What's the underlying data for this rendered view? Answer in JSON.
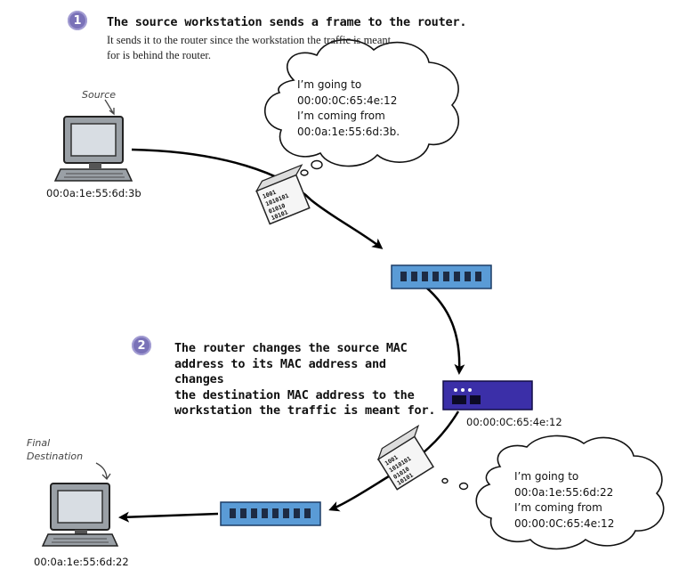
{
  "step1": {
    "badge": "1",
    "title": "The source workstation sends a frame to the router.",
    "body_line1": "It sends it to the router since the workstation the traffic is meant",
    "body_line2": "for is behind the router."
  },
  "step2": {
    "badge": "2",
    "line1": "The router changes the source MAC",
    "line2": "address to its MAC address and changes",
    "line3": "the destination MAC address to the",
    "line4": "workstation the traffic is meant for."
  },
  "source": {
    "label": "Source",
    "mac": "00:0a:1e:55:6d:3b"
  },
  "destination": {
    "label_line1": "Final",
    "label_line2": "Destination",
    "mac": "00:0a:1e:55:6d:22"
  },
  "router": {
    "mac": "00:00:0C:65:4e:12"
  },
  "bubble1": {
    "line1": "I’m going to",
    "line2": "00:00:0C:65:4e:12",
    "line3": "I’m coming from",
    "line4": "00:0a:1e:55:6d:3b."
  },
  "bubble2": {
    "line1": "I’m going to",
    "line2": "00:0a:1e:55:6d:22",
    "line3": "I’m coming from",
    "line4": "00:00:0C:65:4e:12"
  },
  "frame_bits": [
    "1001",
    "1010101",
    "01010",
    "10101"
  ],
  "colors": {
    "badge": "#7a72b8",
    "switch": "#5a9bd6",
    "router": "#3b2fa8"
  }
}
